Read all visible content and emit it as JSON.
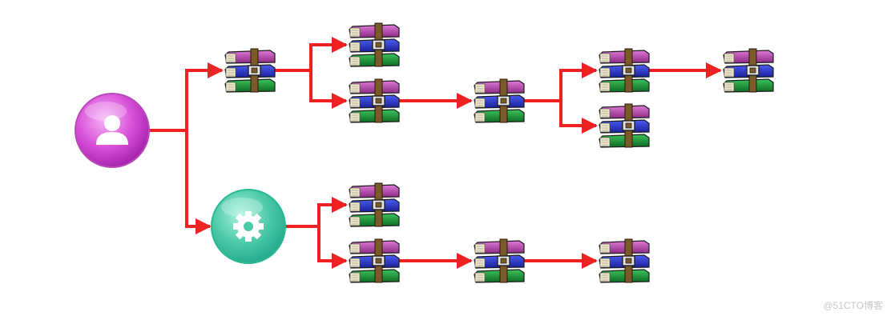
{
  "diagram": {
    "nodes": [
      {
        "id": "user",
        "kind": "user-node",
        "icon": "user-icon",
        "color_light": "#f08cf0",
        "color_dark": "#a01ea8"
      },
      {
        "id": "gear",
        "kind": "gear-node",
        "icon": "gear-icon",
        "color_light": "#7fe8c8",
        "color_dark": "#1fa88a"
      },
      {
        "id": "a1",
        "kind": "archive",
        "icon": "winrar-archive-icon"
      },
      {
        "id": "b1",
        "kind": "archive",
        "icon": "winrar-archive-icon"
      },
      {
        "id": "b2",
        "kind": "archive",
        "icon": "winrar-archive-icon"
      },
      {
        "id": "c1",
        "kind": "archive",
        "icon": "winrar-archive-icon"
      },
      {
        "id": "d1",
        "kind": "archive",
        "icon": "winrar-archive-icon"
      },
      {
        "id": "d2",
        "kind": "archive",
        "icon": "winrar-archive-icon"
      },
      {
        "id": "e1",
        "kind": "archive",
        "icon": "winrar-archive-icon"
      },
      {
        "id": "g1",
        "kind": "archive",
        "icon": "winrar-archive-icon"
      },
      {
        "id": "g2",
        "kind": "archive",
        "icon": "winrar-archive-icon"
      },
      {
        "id": "g3",
        "kind": "archive",
        "icon": "winrar-archive-icon"
      },
      {
        "id": "g4",
        "kind": "archive",
        "icon": "winrar-archive-icon"
      }
    ],
    "edges": [
      [
        "user",
        "a1"
      ],
      [
        "user",
        "gear"
      ],
      [
        "a1",
        "b1"
      ],
      [
        "a1",
        "b2"
      ],
      [
        "b2",
        "c1"
      ],
      [
        "c1",
        "d1"
      ],
      [
        "c1",
        "d2"
      ],
      [
        "d1",
        "e1"
      ],
      [
        "gear",
        "g1"
      ],
      [
        "gear",
        "g2"
      ],
      [
        "g2",
        "g3"
      ],
      [
        "g3",
        "g4"
      ]
    ],
    "arrow_color": "#ee2222"
  },
  "watermark": "@51CTO博客"
}
